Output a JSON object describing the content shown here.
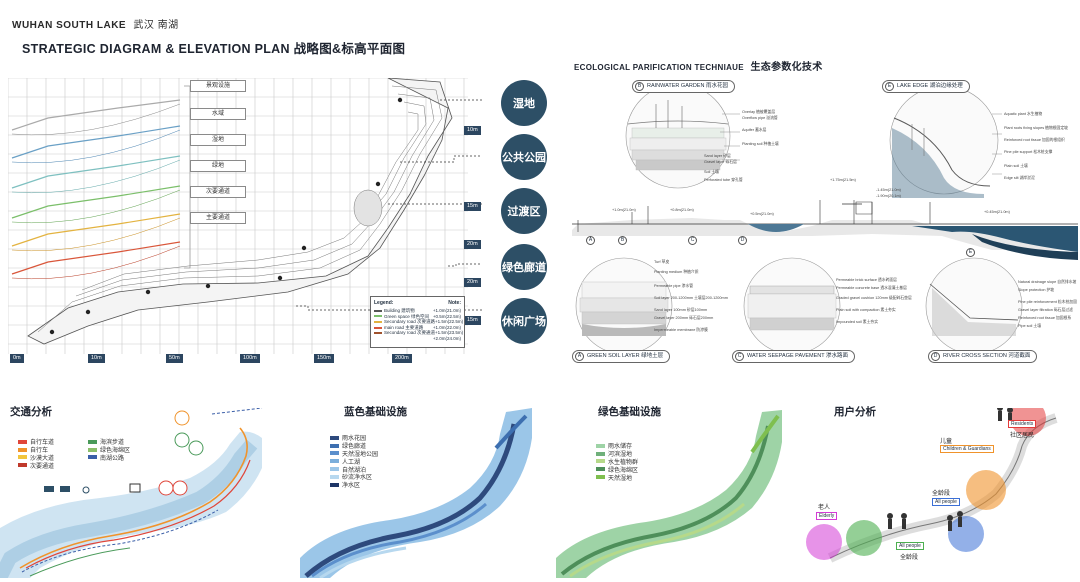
{
  "header": {
    "top_en": "WUHAN SOUTH LAKE",
    "top_cn": "武汉  南湖",
    "main_title": "STRATEGIC DIAGRAM & ELEVATION PLAN  战略图&标高平面图"
  },
  "plan": {
    "layers": [
      "景观设施",
      "水域",
      "湿地",
      "绿地",
      "次要通道",
      "主要通道"
    ],
    "bubbles": [
      "湿地",
      "公共公园",
      "过渡区",
      "绿色廊道",
      "休闲广场"
    ],
    "scale_bottom": [
      "0m",
      "10m",
      "50m",
      "100m",
      "150m",
      "200m"
    ],
    "scale_right": [
      "10m",
      "15m",
      "20m",
      "20m",
      "15m"
    ],
    "legend": {
      "head_left": "Legend:",
      "head_right": "Note:",
      "rows": [
        {
          "label": "Building 建筑物",
          "note": "+1.0m(21.0m)"
        },
        {
          "label": "Green space 绿色空间",
          "note": "+0.5m(22.5m)"
        },
        {
          "label": "Secondary road 次要道路",
          "note": "+1.5m(22.5m)"
        },
        {
          "label": "main road 主要道路",
          "note": "+1.0m(22.0m)"
        },
        {
          "label": "Secondary road 次要通道",
          "note": "+1.5m(23.5m)"
        },
        {
          "label": "",
          "note": "+2.0m(24.0m)"
        }
      ]
    }
  },
  "eco": {
    "title_en": "ECOLOGICAL PARIFICATION TECHNIAUE",
    "title_cn": "生态参数化技术",
    "pills": [
      {
        "letter": "B",
        "label": "RAINWATER GARDEN 雨水花园"
      },
      {
        "letter": "E",
        "label": "LAKE EDGE  湖泊边缘处理"
      },
      {
        "letter": "A",
        "label": "GREEN SOIL LAYER  绿地土层"
      },
      {
        "letter": "C",
        "label": "WATER SEEPAGE PAVEMENT 渗水路面"
      },
      {
        "letter": "D",
        "label": "RIVER CROSS SECTION  河道截面"
      }
    ],
    "section_letters": [
      "A",
      "B",
      "C",
      "D",
      "E"
    ],
    "rain_notes": [
      "Overlay 植被覆盖层",
      "Overflow pipe 溢流管",
      "Aquifer 蓄水层",
      "Planting soil 种植土壤",
      "Sand layer 砂层",
      "Gravel layer 砾石层",
      "Soil 土壤",
      "Perforated tube 穿孔管"
    ],
    "lake_notes": [
      "Aquatic plant 水生植物",
      "Plant roots fixing slopes 植物根固定坡",
      "Reinforced root tissue 加固的根组织",
      "Pine pile support 松木桩支撑",
      "Plain soil 土壤",
      "Edge silt 湖岸淤泥"
    ],
    "soil_notes": [
      "Turf 草皮",
      "Planting medium 种植介质",
      "Permeable pipe 渗水管",
      "Soil layer 200-1200mm 土壤层200-1200mm",
      "Sand layer 100mm 砂层100mm",
      "Gravel layer 200mm 砾石层200mm",
      "Impermeable membrane 防渗膜"
    ],
    "pave_notes": [
      "Permeable brick surface 透水砖面层",
      "Permeable concrete base 透水混凝土基层",
      "Graded gravel cushion 120mm 级配碎石垫层",
      "Plain soil with compaction 素土夯实",
      "Impounded soil 素土夯实"
    ],
    "river_notes": [
      "Natural drainage slope 自然排水坡",
      "Slope protection 护坡",
      "Pine pile reinforcement 松木桩加固",
      "Gravel layer filtration 砾石层过滤",
      "Reinforced root tissue 加固根系",
      "Pipe soil 土壤"
    ],
    "elevations": [
      "+1.0m(21.0m)",
      "+0.8m(21.0m)",
      "+0.5m(21.0m)",
      "+1.75m(21.5m)",
      "-1.45m(21.0m)",
      "-1.90m(20.1m)",
      "+0.45m(21.0m)"
    ]
  },
  "traffic": {
    "title": "交通分析",
    "items": [
      {
        "label": "自行车道",
        "color": "#e0463a"
      },
      {
        "label": "海滨步道",
        "color": "#4a9a5a"
      },
      {
        "label": "自行车",
        "color": "#f0932b"
      },
      {
        "label": "绿色海绵区",
        "color": "#8bbf6a"
      },
      {
        "label": "沙漠大道",
        "color": "#f2c53d"
      },
      {
        "label": "南湖公路",
        "color": "#3b5fa8"
      },
      {
        "label": "次要通道",
        "color": "#c0392b"
      },
      {
        "label": "",
        "color": ""
      }
    ]
  },
  "blue": {
    "title": "蓝色基础设施",
    "items": [
      {
        "label": "雨水花园",
        "color": "#2e4a7d"
      },
      {
        "label": "绿色廊道",
        "color": "#3d6fb0"
      },
      {
        "label": "天然湿地公园",
        "color": "#5b8fcc"
      },
      {
        "label": "人工湖",
        "color": "#7aaedb"
      },
      {
        "label": "自然湖泊",
        "color": "#9bc6e8"
      },
      {
        "label": "砂流净水区",
        "color": "#b7d8ef"
      },
      {
        "label": "净水区",
        "color": "#1d3566"
      }
    ]
  },
  "green": {
    "title": "绿色基础设施",
    "items": [
      {
        "label": "雨水储存",
        "color": "#9ed3a6"
      },
      {
        "label": "河滨湿地",
        "color": "#6fb07a"
      },
      {
        "label": "水生植物群",
        "color": "#b6d98a"
      },
      {
        "label": "绿色海绵区",
        "color": "#4e8f5a"
      },
      {
        "label": "天然湿地",
        "color": "#7fbf4f"
      }
    ]
  },
  "users": {
    "title": "用户分析",
    "tags": [
      {
        "en": "Residents",
        "cn": "社区居民",
        "color": "#e33b3b"
      },
      {
        "en": "Children & Guardians",
        "cn": "儿童",
        "color": "#f0932b"
      },
      {
        "en": "All people",
        "cn": "全龄段",
        "color": "#3b6fd6"
      },
      {
        "en": "Elderly",
        "cn": "老人",
        "color": "#d43bd6"
      },
      {
        "en": "All people",
        "cn": "全龄段",
        "color": "#4caf50"
      }
    ]
  },
  "colors": {
    "navy": "#2d4f66",
    "water_blue": "#6fa9cf",
    "deep_water": "#2b5673",
    "green_park": "#8bc48a"
  }
}
